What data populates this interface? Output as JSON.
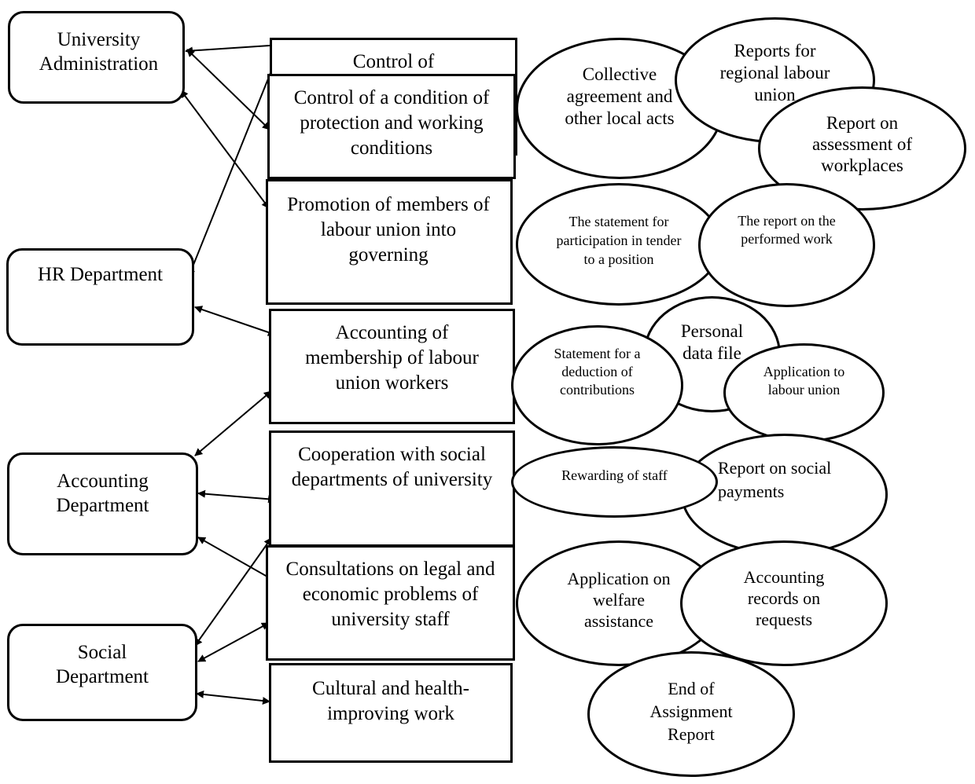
{
  "departments": {
    "university_administration": "University Administration",
    "hr": "HR Department",
    "accounting": "Accounting Department",
    "social": "Social Department"
  },
  "functions": {
    "control_header": "Control of",
    "control_conditions": "Control of a condition of protection and working conditions",
    "promotion": "Promotion of members of labour union into governing",
    "membership": "Accounting of membership of labour union workers",
    "cooperation": "Cooperation with social departments of university",
    "consultations": "Consultations on legal and economic problems of university staff",
    "cultural": "Cultural and health-improving work"
  },
  "documents": {
    "collective_agreement": "Collective agreement and other local acts",
    "regional_reports": "Reports for regional labour union",
    "assessment_report": "Report on assessment of workplaces",
    "tender_statement": "The statement for participation in tender to a position",
    "performed_work": "The report on the performed work",
    "personal_file": "Personal data file",
    "deduction_statement": "Statement for a deduction of contributions",
    "application_union": "Application to labour union",
    "rewarding": "Rewarding of staff",
    "social_payments": "Report on social payments",
    "welfare_application": "Application on welfare assistance",
    "accounting_records": "Accounting records on requests",
    "end_assignment": "End of Assignment Report"
  }
}
